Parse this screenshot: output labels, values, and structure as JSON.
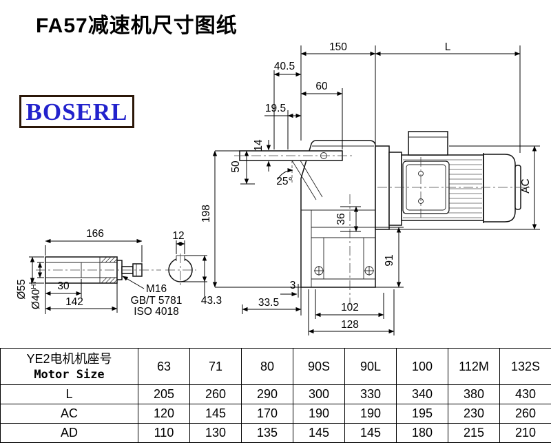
{
  "title": "FA57减速机尺寸图纸",
  "logo": {
    "text": "BOSERL"
  },
  "dims": {
    "d150": "150",
    "L": "L",
    "d40_5": "40.5",
    "d60": "60",
    "d19_5": "19.5",
    "d14": "14",
    "d50": "50",
    "angle25": "25°",
    "d198": "198",
    "AC": "AC",
    "d166": "166",
    "d12": "12",
    "dia55": "Ø55",
    "dia40": "Ø40",
    "dia40_tol": "H7",
    "d30": "30",
    "d142": "142",
    "m16": "M16",
    "gbt": "GB/T 5781",
    "iso": "ISO 4018",
    "d43_3": "43.3",
    "d36": "36",
    "d91": "91",
    "d3": "3",
    "d33_5": "33.5",
    "d102": "102",
    "d128": "128"
  },
  "table": {
    "motor_label_cn": "YE2电机机座号",
    "motor_label_en": "Motor Size",
    "sizes": [
      "63",
      "71",
      "80",
      "90S",
      "90L",
      "100",
      "112M",
      "132S"
    ],
    "rows": [
      {
        "label": "L",
        "values": [
          "205",
          "260",
          "290",
          "300",
          "330",
          "340",
          "380",
          "430"
        ]
      },
      {
        "label": "AC",
        "values": [
          "120",
          "145",
          "170",
          "190",
          "190",
          "195",
          "230",
          "260"
        ]
      },
      {
        "label": "AD",
        "values": [
          "110",
          "130",
          "135",
          "145",
          "145",
          "180",
          "215",
          "210"
        ]
      }
    ]
  }
}
